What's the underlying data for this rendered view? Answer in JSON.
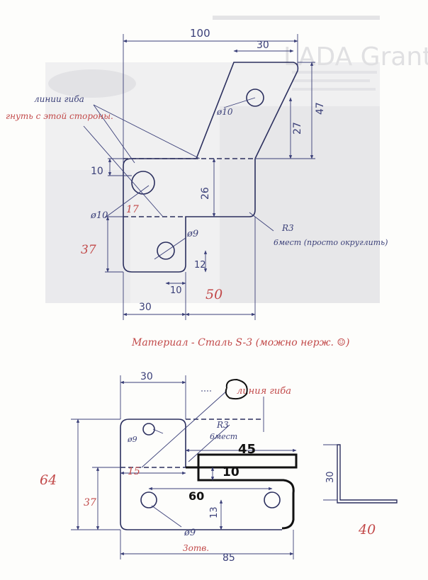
{
  "background_print": {
    "title": "LADA Granta"
  },
  "top_drawing": {
    "dim_overall_width": "100",
    "dim_slant_top": "30",
    "dim_slant_height": "47",
    "dim_hole_offset_slant": "27",
    "dim_hole_top": "10",
    "dim_step": "26",
    "dim_hole_offset_left": "17",
    "dim_lower_height": "37",
    "dim_hole_vertical": "12",
    "dim_hole_horizontal": "10",
    "dim_bottom_left": "30",
    "dim_bottom_right": "50",
    "hole_slant_label": "ø10",
    "hole_left_label": "ø10",
    "hole_center_label": "ø9",
    "bend_note": "линии гиба",
    "bend_side_note": "гнуть с этой стороны.",
    "radius_label": "R3",
    "radius_note": "6мест (просто округлить)"
  },
  "material_note": "Материал - Сталь S-3 (можно нерж. ☺)",
  "bottom_drawing": {
    "dim_top_left": "30",
    "dim_overall_height": "64",
    "dim_lower_height": "37",
    "dim_notch": "15",
    "dim_notch_width": "45",
    "dim_notch_depth": "10",
    "dim_hole_spacing": "60",
    "dim_hole_height": "13",
    "dim_overall_width": "85",
    "hole_small_label": "ø9",
    "hole_bottom_label": "ø9",
    "hole_count_note": "3отв.",
    "bend_note": "линия гиба",
    "radius_label": "R3",
    "radius_note": "6мест"
  },
  "angle_profile": {
    "dim_height": "30",
    "dim_width": "40"
  },
  "colors": {
    "ink_blue": "#3a3f78",
    "ink_red": "#c24a4a",
    "ink_black": "#111111",
    "print_through": "#cdcdd4"
  }
}
